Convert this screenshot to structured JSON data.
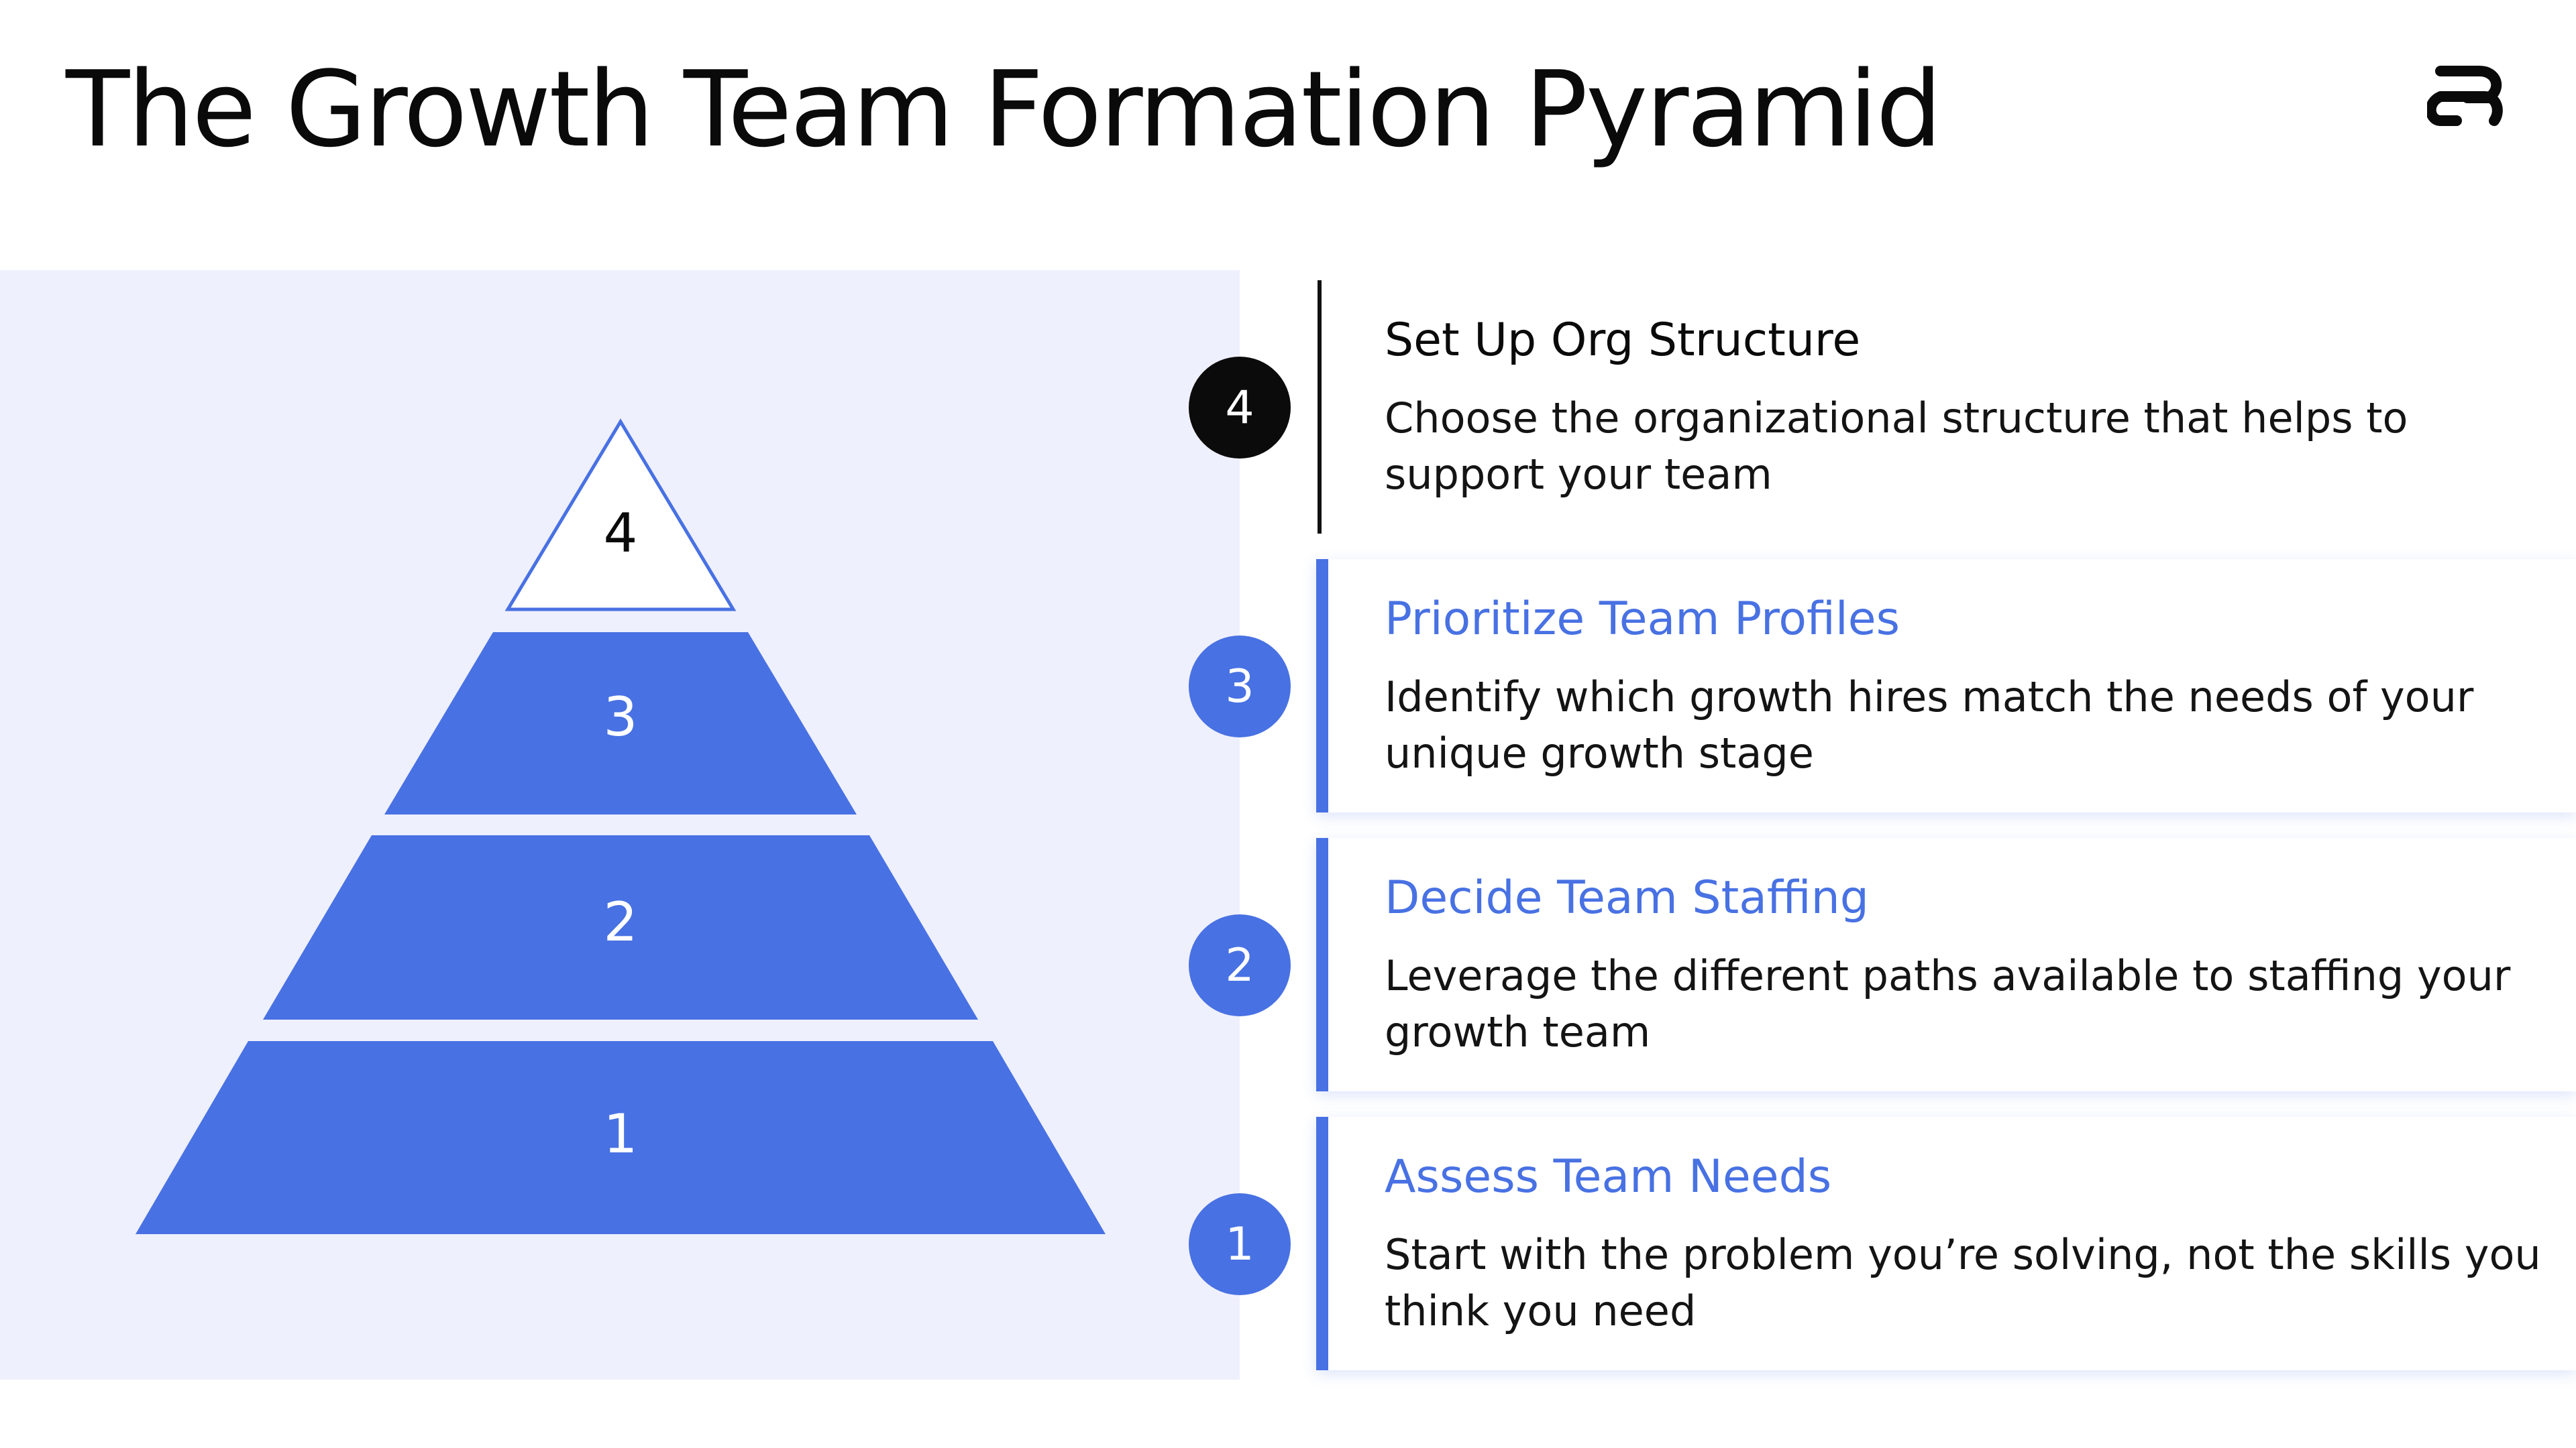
{
  "title": "The Growth Team Formation Pyramid",
  "colors": {
    "accent": "#4871e3",
    "panel": "#eff0fd",
    "dark": "#0b0b0b"
  },
  "pyramid": {
    "levels": [
      "1",
      "2",
      "3",
      "4"
    ]
  },
  "steps": [
    {
      "number": "4",
      "title": "Set Up Org Structure",
      "description": "Choose the organizational structure that helps to support your team"
    },
    {
      "number": "3",
      "title": "Prioritize Team Profiles",
      "description": "Identify which growth hires match the needs of your unique growth stage"
    },
    {
      "number": "2",
      "title": "Decide Team Staffing",
      "description": "Leverage the different paths available to staffing your growth team"
    },
    {
      "number": "1",
      "title": "Assess Team Needs",
      "description": "Start with the problem you’re solving, not the skills you think you need"
    }
  ]
}
